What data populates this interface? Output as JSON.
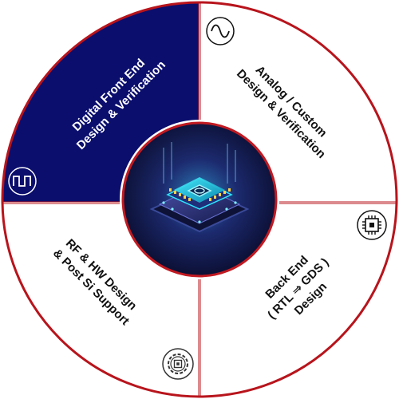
{
  "colors": {
    "border": "#b8141c",
    "divider": "#b8141c",
    "navy": "#0b0e6d",
    "white": "#ffffff",
    "text_dark": "#111111",
    "chip_glow": "#37e6ff",
    "chip_base": "#1b2a63"
  },
  "segments": [
    {
      "id": "digital",
      "lines": [
        "Digital Front  End",
        "Design & Verification"
      ],
      "icon": "square-wave-icon",
      "highlight": true
    },
    {
      "id": "analog",
      "lines": [
        "Analog / Custom",
        "Design & Verification"
      ],
      "icon": "sine-wave-icon",
      "highlight": false
    },
    {
      "id": "rf",
      "lines": [
        "RF & HW Design",
        "& Post Si Support"
      ],
      "icon": "gear-chip-icon",
      "highlight": false
    },
    {
      "id": "backend",
      "lines": [
        "Back End",
        "( RTL ⇒ GDS )",
        "Design"
      ],
      "icon": "cpu-chip-icon",
      "highlight": false
    }
  ],
  "center": {
    "icon": "glowing-microchip-icon"
  }
}
